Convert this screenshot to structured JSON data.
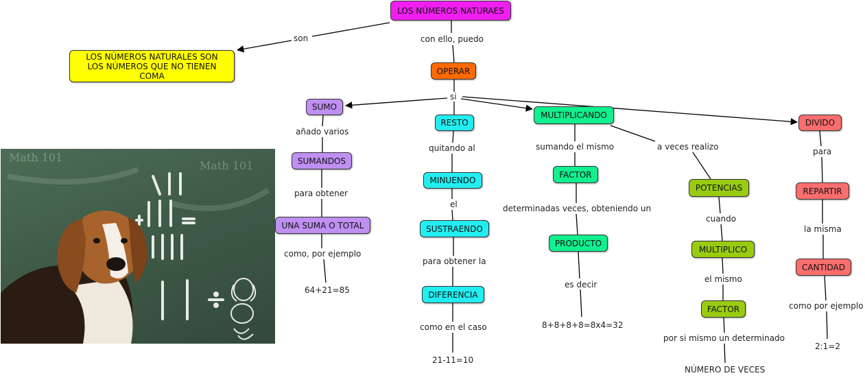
{
  "colors": {
    "magenta": "#f01ef0",
    "yellow": "#ffff00",
    "orange": "#ff6a00",
    "purple": "#c08ff2",
    "cyan": "#22eef2",
    "green": "#11ef8e",
    "olive": "#99cc11",
    "red": "#fb6e6e",
    "chalkboard": "#45624f"
  },
  "nodes": {
    "root": "LOS NÚMEROS NATURAES",
    "definition": "LOS NÚMEROS NATURALES SON LOS NÚMEROS QUE NO TIENEN COMA",
    "operar": "OPERAR",
    "sumo": "SUMO",
    "sumandos": "SUMANDOS",
    "suma_total": "UNA SUMA O TOTAL",
    "resto": "RESTO",
    "minuendo": "MINUENDO",
    "sustraendo": "SUSTRAENDO",
    "diferencia": "DIFERENCIA",
    "multiplicando": "MULTIPLICANDO",
    "factor1": "FACTOR",
    "producto": "PRODUCTO",
    "potencias": "POTENCIAS",
    "multiplico": "MULTIPLICO",
    "factor2": "FACTOR",
    "divido": "DIVIDO",
    "repartir": "REPARTIR",
    "cantidad": "CANTIDAD"
  },
  "labels": {
    "son": "son",
    "con_ello": "con ello, puedo",
    "si": "si",
    "anado_varios": "añado varios",
    "para_obtener": "para obtener",
    "como_por_ejemplo": "como, por ejemplo",
    "ex_suma": "64+21=85",
    "quitando_al": "quitando al",
    "el": "el",
    "para_obtener_la": "para obtener la",
    "como_en_el_caso": "como en el caso",
    "ex_resta": "21-11=10",
    "sumando_el_mismo": "sumando el mismo",
    "determinadas_veces": "determinadas veces, obteniendo un",
    "es_decir": "es decir",
    "ex_mult": "8+8+8+8=8x4=32",
    "a_veces_realizo": "a veces realizo",
    "cuando": "cuando",
    "el_mismo": "el mismo",
    "por_si_mismo": "por si mismo un determinado",
    "numero_de_veces": "NÚMERO DE VECES",
    "para": "para",
    "la_misma": "la misma",
    "como_por_ejemplo2": "como por ejemplo",
    "ex_div": "2:1=2"
  },
  "chalkboard": {
    "text_left": "Math 101",
    "text_right": "Math 101"
  }
}
